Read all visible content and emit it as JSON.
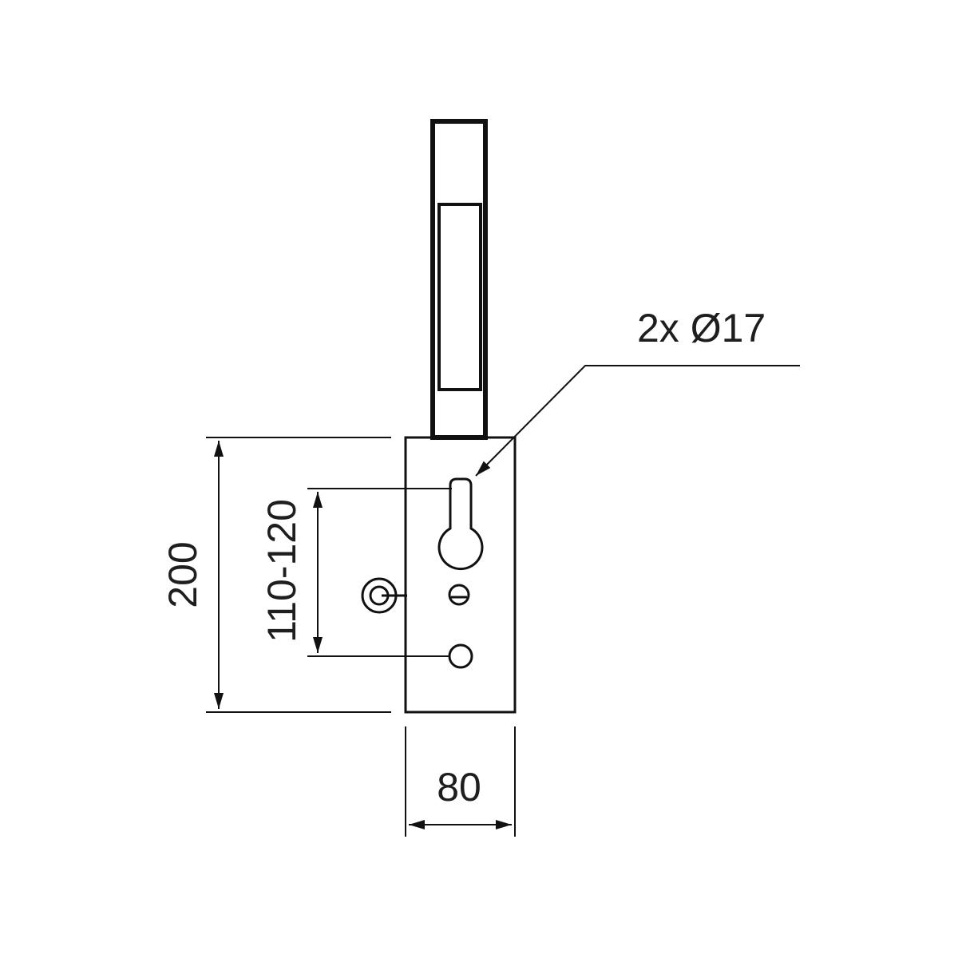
{
  "labels": {
    "hole_callout": "2x Ø17",
    "height_dim": "200",
    "hole_spacing_dim": "110-120",
    "width_dim": "80"
  },
  "colors": {
    "line": "#111111",
    "text": "#1e1e1e",
    "background": "#ffffff"
  }
}
